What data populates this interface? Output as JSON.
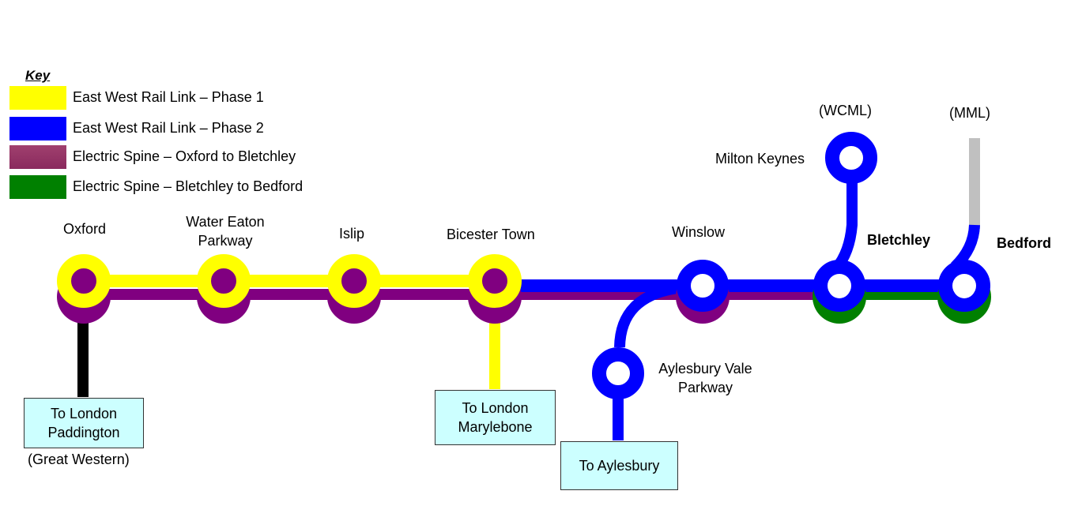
{
  "key": {
    "title": "Key",
    "items": [
      {
        "label": "East West Rail Link – Phase 1",
        "color": "#ffff00"
      },
      {
        "label": "East West Rail Link – Phase 2",
        "color": "#0000ff"
      },
      {
        "label": "Electric Spine – Oxford to Bletchley",
        "color": "#993366"
      },
      {
        "label": "Electric Spine – Bletchley to Bedford",
        "color": "#008000"
      }
    ]
  },
  "colors": {
    "phase1": "#ffff00",
    "phase2": "#0000ff",
    "spine_oxford_bletchley": "#800080",
    "spine_bletchley_bedford": "#008000",
    "great_western": "#000000",
    "midland_main_line": "#c0c0c0",
    "destination_box": "#ccffff"
  },
  "stations": {
    "oxford": "Oxford",
    "water_eaton_line1": "Water Eaton",
    "water_eaton_line2": "Parkway",
    "islip": "Islip",
    "bicester_town": "Bicester Town",
    "winslow": "Winslow",
    "milton_keynes": "Milton Keynes",
    "bletchley": "Bletchley",
    "bedford": "Bedford",
    "aylesbury_vale_line1": "Aylesbury Vale",
    "aylesbury_vale_line2": "Parkway"
  },
  "line_labels": {
    "wcml": "(WCML)",
    "mml": "(MML)",
    "great_western": "(Great Western)"
  },
  "destinations": {
    "paddington_line1": "To London",
    "paddington_line2": "Paddington",
    "marylebone_line1": "To London",
    "marylebone_line2": "Marylebone",
    "aylesbury": "To Aylesbury"
  }
}
